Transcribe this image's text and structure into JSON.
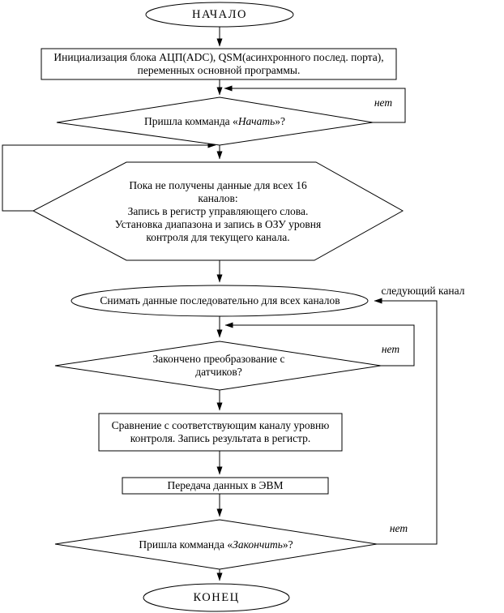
{
  "nodes": {
    "start": {
      "label": "НАЧАЛО"
    },
    "init": {
      "lines": [
        "Инициализация блока АЦП(ADC), QSM(асинхронного послед. порта),",
        "переменных основной программы."
      ]
    },
    "decision_start": {
      "prefix": "Пришла комманда «",
      "word": "Начать",
      "suffix": "»?"
    },
    "prepare_loop": {
      "lines": [
        "Пока не получены данные для всех 16",
        "каналов:",
        "Запись в регистр управляющего слова.",
        "Установка диапазона и запись в ОЗУ уровня",
        "контроля для текущего канала."
      ]
    },
    "acquire": {
      "label": "Снимать данные последовательно для всех каналов"
    },
    "decision_conversion": {
      "lines": [
        "Закончено преобразование с",
        "датчиков?"
      ]
    },
    "compare": {
      "lines": [
        "Сравнение с соответствующим каналу уровню",
        "контроля. Запись результата в регистр."
      ]
    },
    "transmit": {
      "label": "Передача данных в ЭВМ"
    },
    "decision_finish": {
      "prefix": "Пришла комманда «",
      "word": "Закончить",
      "suffix": "»?"
    },
    "end": {
      "label": "КОНЕЦ"
    }
  },
  "edge_labels": {
    "no_start": "нет",
    "no_conversion": "нет",
    "no_finish": "нет",
    "next_channel": "следующий канал"
  },
  "colors": {
    "stroke": "#000000",
    "background": "#ffffff",
    "text": "#000000"
  }
}
